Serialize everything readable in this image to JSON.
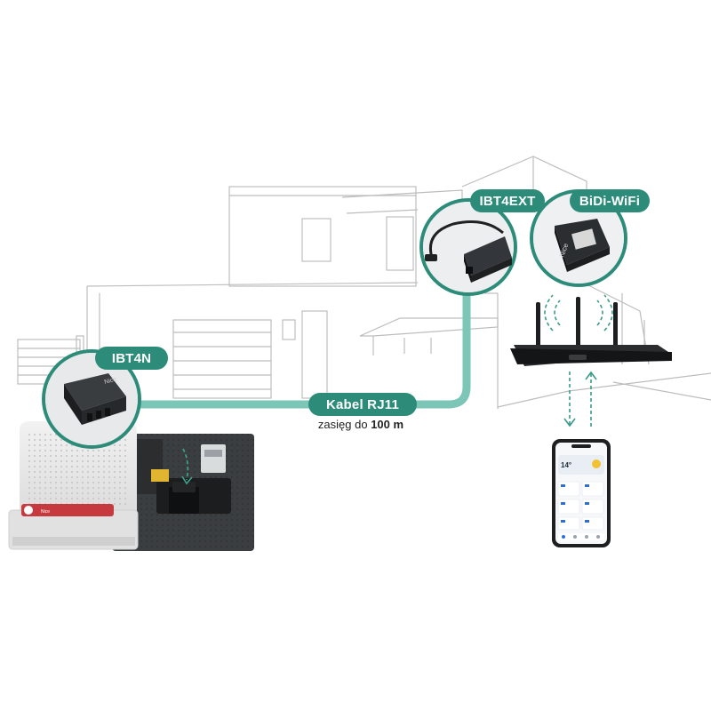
{
  "labels": {
    "ibt4n": "IBT4N",
    "ibt4ext": "IBT4EXT",
    "bidi_wifi": "BiDi-WiFi",
    "cable": "Kabel RJ11",
    "range_prefix": "zasięg do",
    "range_value": "100 m"
  },
  "product_marks": {
    "module_brand": "Nice",
    "gate_operator_brand": "Nice"
  },
  "phone_screen": {
    "temperature": "14°"
  },
  "colors": {
    "accent": "#2d8c79",
    "cable": "#7cc6b7",
    "house_line": "#b8b8b8",
    "device_dark": "#26292b",
    "wifi_waves": "#3a9b88"
  },
  "icons": [
    "wifi-waves-icon",
    "down-arrow-icon",
    "up-arrow-icon"
  ]
}
